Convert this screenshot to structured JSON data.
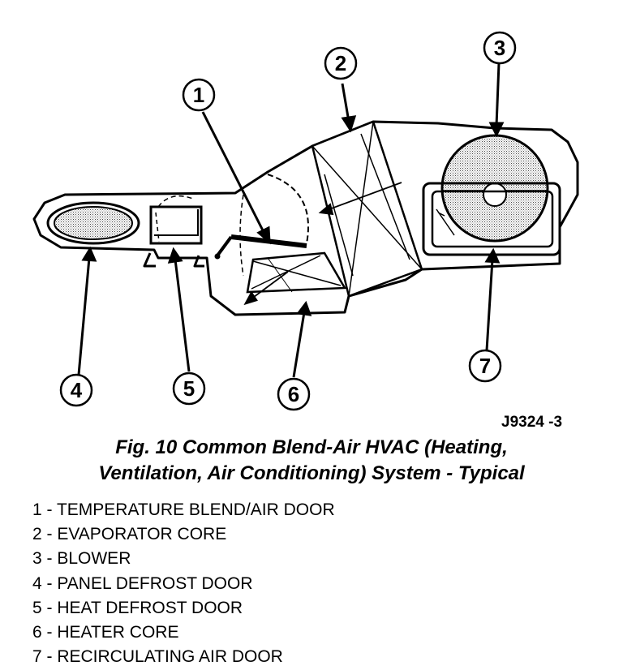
{
  "figure_id": "J9324 -3",
  "caption": {
    "line1": "Fig. 10 Common Blend-Air HVAC (Heating,",
    "line2": "Ventilation, Air Conditioning) System - Typical"
  },
  "callouts": [
    "1",
    "2",
    "3",
    "4",
    "5",
    "6",
    "7"
  ],
  "legend": [
    "1 - TEMPERATURE BLEND/AIR DOOR",
    "2 - EVAPORATOR CORE",
    "3 - BLOWER",
    "4 - PANEL DEFROST DOOR",
    "5 - HEAT DEFROST DOOR",
    "6 - HEATER CORE",
    "7 - RECIRCULATING AIR DOOR"
  ]
}
